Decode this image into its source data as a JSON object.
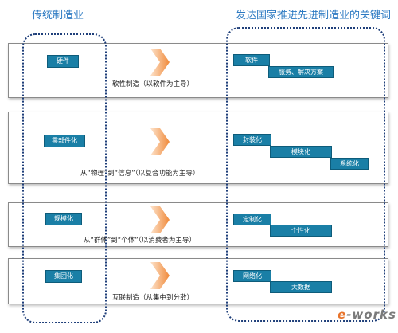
{
  "headers": {
    "left": "传统制造业",
    "right": "发达国家推进先进制造业的关键词"
  },
  "rows": [
    {
      "left_box": "硬件",
      "caption": "软性制造（以软件为主导）",
      "steps": [
        "软件",
        "服务、解决方案"
      ]
    },
    {
      "left_box": "零部件化",
      "caption": "从“物理”到“信息”（以复合功能为主导）",
      "steps": [
        "封装化",
        "模块化",
        "系统化"
      ]
    },
    {
      "left_box": "规模化",
      "caption": "从“群体”到“个体”（以消费者为主导）",
      "steps": [
        "定制化",
        "个性化"
      ]
    },
    {
      "left_box": "集团化",
      "caption": "互联制造（从集中到分散）",
      "steps": [
        "网络化",
        "大数据"
      ]
    }
  ],
  "watermark": {
    "e": "e",
    "rest": "-works"
  }
}
